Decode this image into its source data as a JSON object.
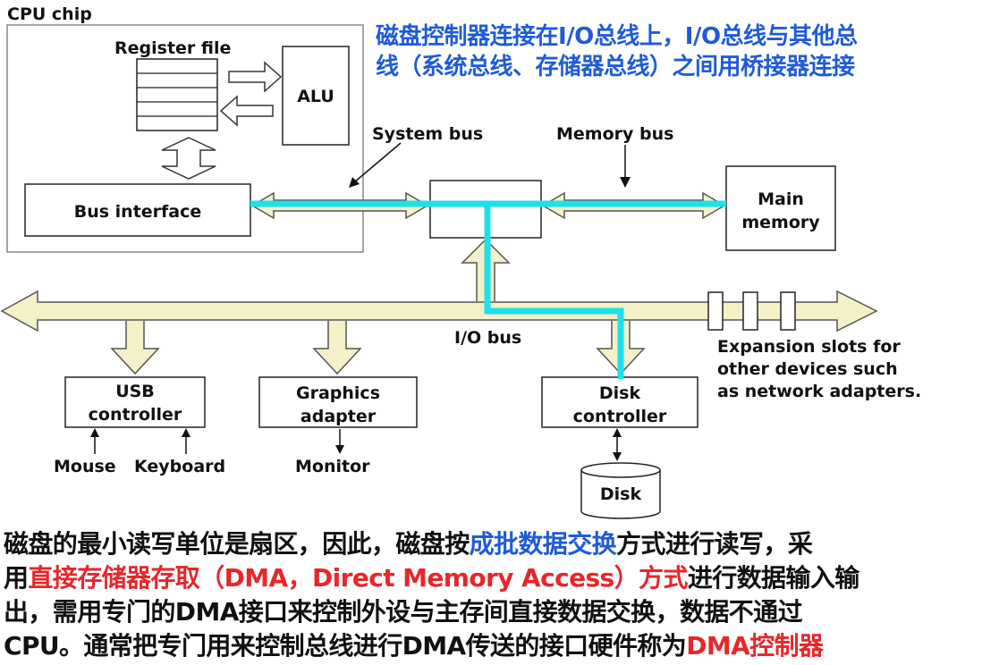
{
  "cpu_chip_label": "CPU chip",
  "register_file_label": "Register file",
  "alu_label": "ALU",
  "bus_interface_label": "Bus interface",
  "system_bus_label": "System bus",
  "memory_bus_label": "Memory bus",
  "main_memory_label_1": "Main",
  "main_memory_label_2": "memory",
  "io_bus_label": "I/O bus",
  "expansion_label_1": "Expansion slots for",
  "expansion_label_2": "other devices such",
  "expansion_label_3": "as network adapters.",
  "usb_label_1": "USB",
  "usb_label_2": "controller",
  "graphics_label_1": "Graphics",
  "graphics_label_2": "adapter",
  "disk_ctrl_label_1": "Disk",
  "disk_ctrl_label_2": "controller",
  "mouse_label": "Mouse",
  "keyboard_label": "Keyboard",
  "monitor_label": "Monitor",
  "disk_label": "Disk",
  "top_note_line1": "磁盘控制器连接在I/O总线上，I/O总线与其他总",
  "top_note_line2": "线（系统总线、存储器总线）之间用桥接器连接",
  "bottom_note": {
    "l1_a": "磁盘的最小读写单位是扇区，因此，磁盘按",
    "l1_b": "成批数据交换",
    "l1_c": "方式进行读写，采",
    "l2_a": "用",
    "l2_b": "直接存储器存取（DMA，Direct Memory Access）方式",
    "l2_c": "进行数据输入输",
    "l3": "出，需用专门的DMA接口来控制外设与主存间直接数据交换，数据不通过",
    "l4_a": "CPU。通常把专门用来控制总线进行DMA传送的接口硬件称为",
    "l4_b": "DMA控制器"
  },
  "colors": {
    "bus_fill": "#f4f0c8",
    "bus_stroke": "#555555",
    "highlight_path": "#1ee0e8",
    "blue_text": "#1f5bd8",
    "red_text": "#e8262a"
  }
}
